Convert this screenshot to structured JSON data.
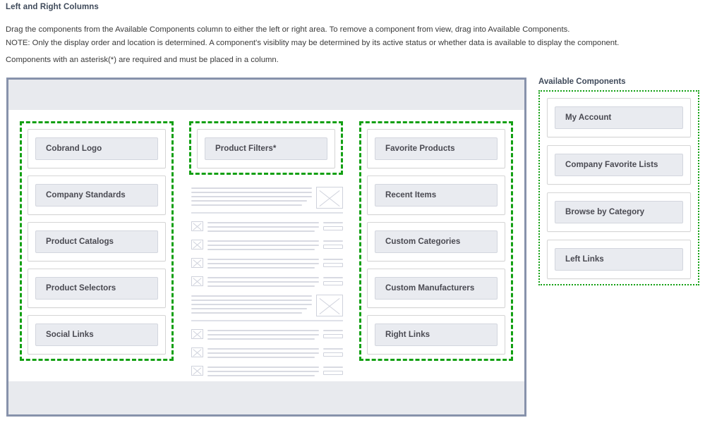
{
  "page": {
    "title": "Left and Right Columns",
    "instructions": [
      "Drag the components from the Available Components column to either the left or right area. To remove a component from view, drag into Available Components.",
      "NOTE: Only the display order and location is determined. A component's visiblity may be determined by its active status or whether data is available to display the component."
    ],
    "required_note": "Components with an asterisk(*) are required and must be placed in a column."
  },
  "colors": {
    "dropzone_border": "#13a013",
    "canvas_border": "#8792ab",
    "canvas_band": "#e8eaee",
    "tile_label_bg": "#e9ebf0",
    "label_text": "#4a4a52",
    "heading_text": "#3f4a5a"
  },
  "layout": {
    "left_column": {
      "zone_name": "left-drop-zone",
      "components": [
        {
          "label": "Cobrand Logo",
          "required": false
        },
        {
          "label": "Company Standards",
          "required": false
        },
        {
          "label": "Product Catalogs",
          "required": false
        },
        {
          "label": "Product Selectors",
          "required": false
        },
        {
          "label": "Social Links",
          "required": false
        }
      ]
    },
    "middle_column": {
      "zone_name": "middle-drop-zone",
      "components": [
        {
          "label": "Product Filters*",
          "required": true
        }
      ]
    },
    "right_column": {
      "zone_name": "right-drop-zone",
      "components": [
        {
          "label": "Favorite Products",
          "required": false
        },
        {
          "label": "Recent Items",
          "required": false
        },
        {
          "label": "Custom Categories",
          "required": false
        },
        {
          "label": "Custom Manufacturers",
          "required": false
        },
        {
          "label": "Right Links",
          "required": false
        }
      ]
    }
  },
  "available": {
    "title": "Available Components",
    "components": [
      {
        "label": "My Account"
      },
      {
        "label": "Company Favorite Lists"
      },
      {
        "label": "Browse by Category"
      },
      {
        "label": "Left Links"
      }
    ]
  },
  "preview_placeholder": {
    "description": "wireframe page content preview",
    "blocks": 3,
    "rows_per_block": 4
  }
}
